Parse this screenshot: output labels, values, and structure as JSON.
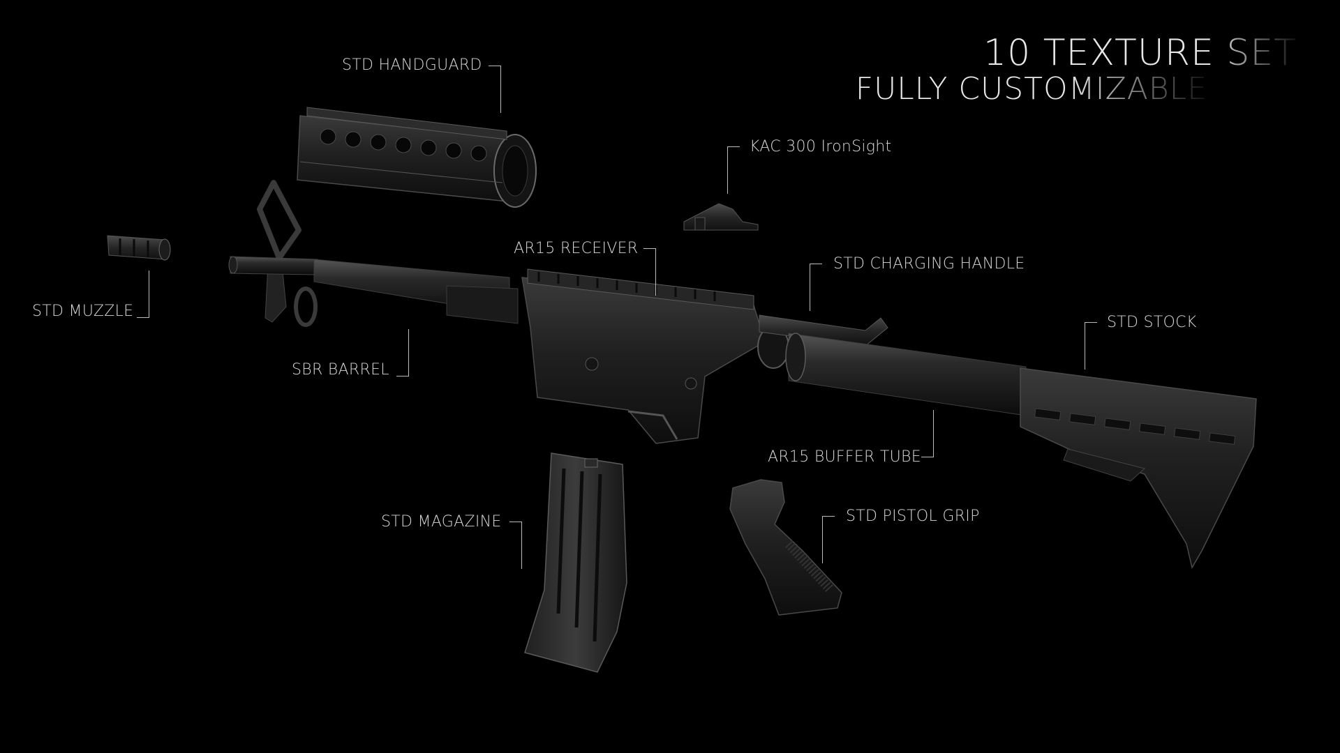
{
  "headline": {
    "line1": "10 TEXTURE SET",
    "line2": "FULLY CUSTOMIZABLE"
  },
  "labels": {
    "handguard": "STD HANDGUARD",
    "ironsight": "KAC 300 IronSight",
    "muzzle": "STD MUZZLE",
    "receiver": "AR15 RECEIVER",
    "charging_handle": "STD CHARGING HANDLE",
    "stock": "STD STOCK",
    "barrel": "SBR BARREL",
    "buffer_tube": "AR15 BUFFER TUBE",
    "magazine": "STD MAGAZINE",
    "pistol_grip": "STD PISTOL GRIP"
  },
  "colors": {
    "background": "#000000",
    "text": "#d8d8d8",
    "leader": "#bdbdbd"
  }
}
